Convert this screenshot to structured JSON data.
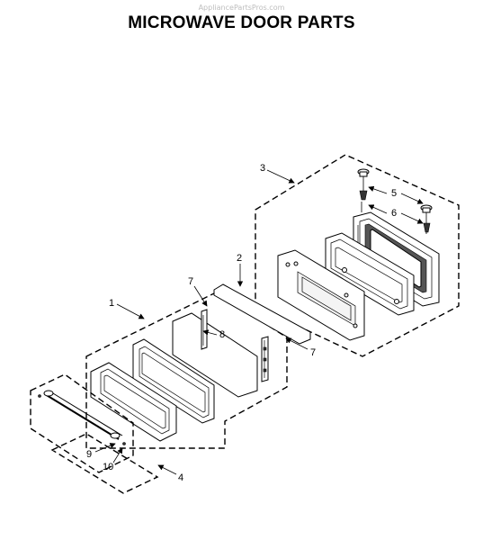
{
  "watermark": "AppliancePartsPros.com",
  "title": "MICROWAVE DOOR PARTS",
  "callouts": {
    "c1": "1",
    "c2": "2",
    "c3": "3",
    "c4": "4",
    "c5": "5",
    "c6": "6",
    "c7a": "7",
    "c7b": "7",
    "c8": "8",
    "c9": "9",
    "c10": "10"
  }
}
